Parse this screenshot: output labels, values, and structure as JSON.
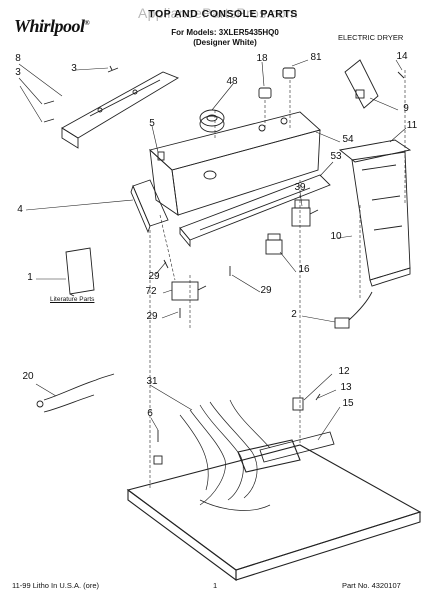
{
  "header": {
    "brand": "Whirlpool",
    "watermark": "AppliancePartsPros.com",
    "title": "TOP AND CONSOLE PARTS",
    "models_line": "For Models: 3XLER5435HQ0",
    "color_line": "(Designer White)",
    "product": "ELECTRIC DRYER"
  },
  "callouts": [
    "1",
    "2",
    "3",
    "3",
    "4",
    "5",
    "6",
    "8",
    "9",
    "10",
    "11",
    "12",
    "13",
    "14",
    "15",
    "16",
    "18",
    "20",
    "29",
    "29",
    "29",
    "31",
    "39",
    "48",
    "53",
    "54",
    "72",
    "81"
  ],
  "literature_label": "Literature Parts",
  "footer": {
    "printed": "11-99 Litho In U.S.A. (ore)",
    "page": "1",
    "part_no": "Part No. 4320107"
  }
}
